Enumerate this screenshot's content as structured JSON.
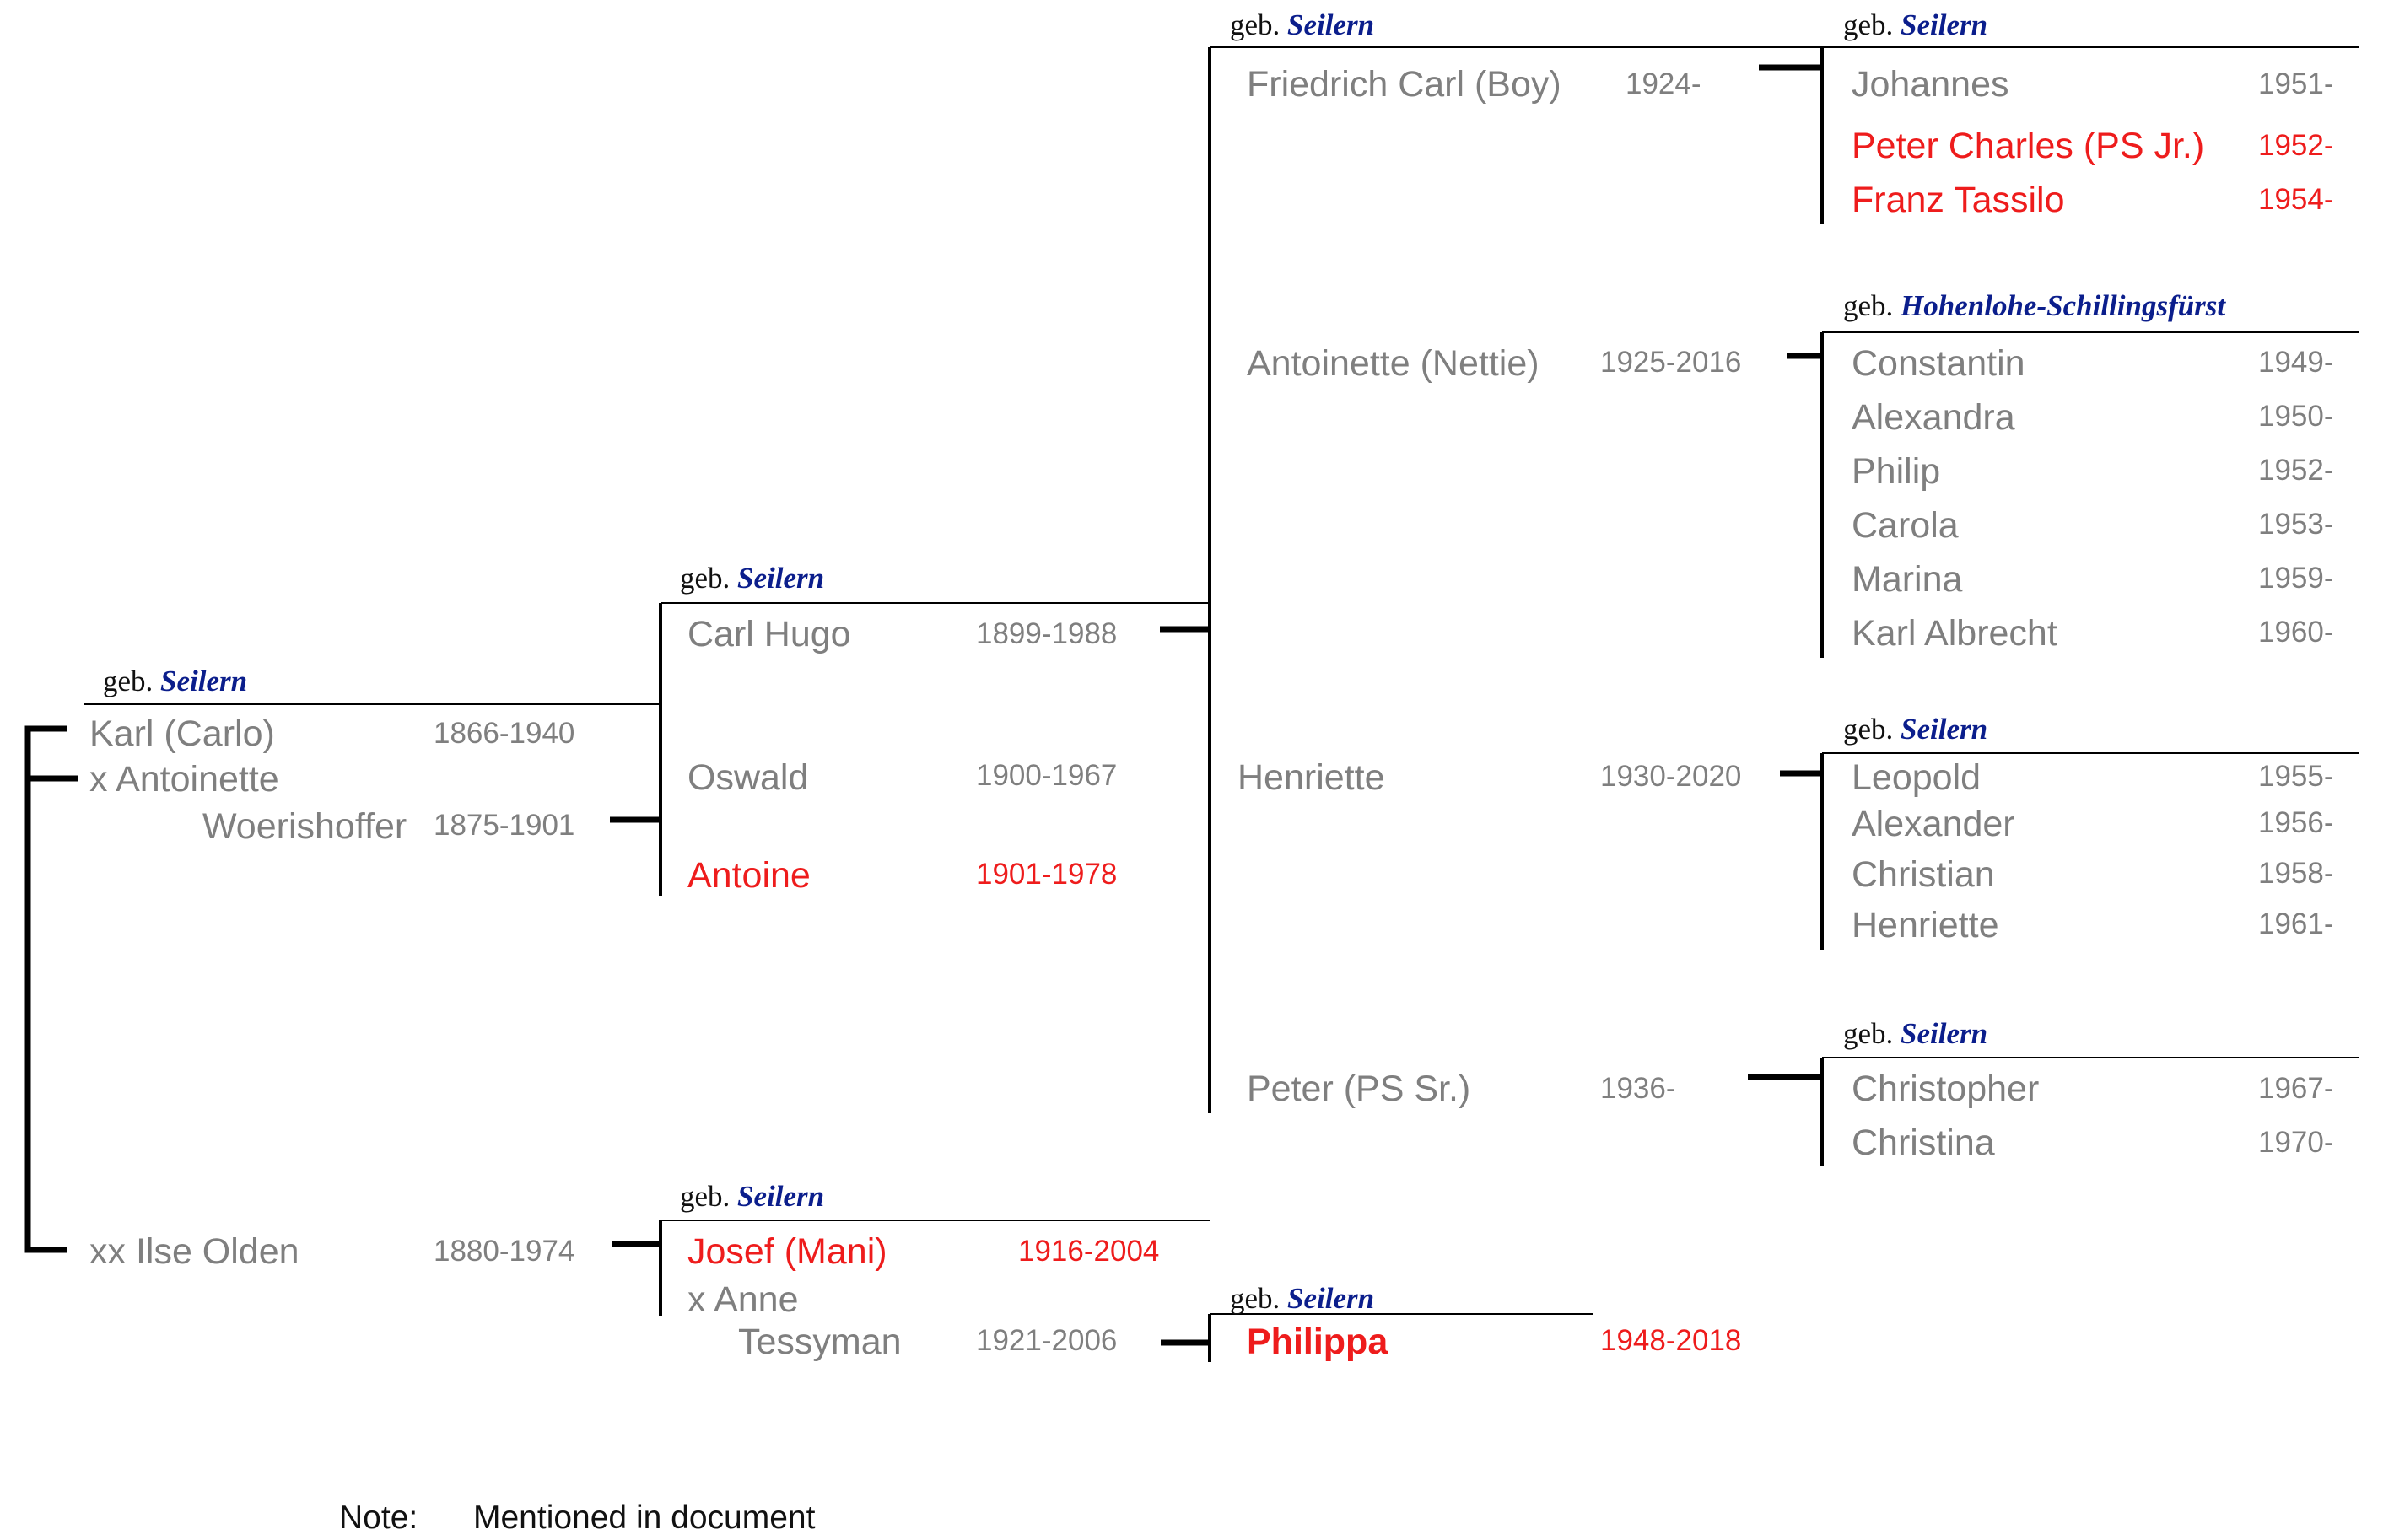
{
  "colors": {
    "red": "#ee1c1c",
    "gray": "#7f7f7f",
    "brand_name": "#0b1e8c",
    "line": "#000000"
  },
  "geb_prefix": "geb.",
  "geb": {
    "karl": "Seilern",
    "carl_hugo": "Seilern",
    "josef": "Seilern",
    "friedrich": "Seilern",
    "johannes": "Seilern",
    "constantin": "Hohenlohe-Schillingsfürst",
    "leopold": "Seilern",
    "christopher": "Seilern",
    "philippa": "Seilern"
  },
  "gen1": {
    "karl": {
      "name": "Karl (Carlo)",
      "years": "1866-1940"
    },
    "wife1": {
      "line1": "x Antoinette",
      "line2": "Woerishoffer",
      "years": "1875-1901"
    },
    "wife2": {
      "name": "xx Ilse Olden",
      "years": "1880-1974"
    }
  },
  "gen2": {
    "carl_hugo": {
      "name": "Carl Hugo",
      "years": "1899-1988"
    },
    "oswald": {
      "name": "Oswald",
      "years": "1900-1967"
    },
    "antoine": {
      "name": "Antoine",
      "years": "1901-1978"
    },
    "josef": {
      "name": "Josef  (Mani)",
      "years": "1916-2004"
    },
    "anne": {
      "line1": "x  Anne",
      "line2": "Tessyman",
      "years": "1921-2006"
    }
  },
  "gen3": {
    "friedrich": {
      "name": "Friedrich Carl (Boy)",
      "years": "1924-"
    },
    "antoinette": {
      "name": "Antoinette (Nettie)",
      "years": "1925-2016"
    },
    "henriette": {
      "name": "Henriette",
      "years": "1930-2020"
    },
    "peter": {
      "name": "Peter (PS Sr.)",
      "years": "1936-"
    },
    "philippa": {
      "name": "Philippa",
      "years": "1948-2018"
    }
  },
  "gen4": {
    "group1": [
      {
        "name": "Johannes",
        "years": "1951-"
      },
      {
        "name": "Peter Charles (PS Jr.)",
        "years": "1952-"
      },
      {
        "name": "Franz Tassilo",
        "years": "1954-"
      }
    ],
    "group2": [
      {
        "name": "Constantin",
        "years": "1949-"
      },
      {
        "name": "Alexandra",
        "years": "1950-"
      },
      {
        "name": "Philip",
        "years": "1952-"
      },
      {
        "name": "Carola",
        "years": "1953-"
      },
      {
        "name": "Marina",
        "years": "1959-"
      },
      {
        "name": "Karl Albrecht",
        "years": "1960-"
      }
    ],
    "group3": [
      {
        "name": "Leopold",
        "years": "1955-"
      },
      {
        "name": "Alexander",
        "years": "1956-"
      },
      {
        "name": "Christian",
        "years": "1958-"
      },
      {
        "name": "Henriette",
        "years": "1961-"
      }
    ],
    "group4": [
      {
        "name": "Christopher",
        "years": "1967-"
      },
      {
        "name": "Christina",
        "years": "1970-"
      }
    ]
  },
  "note": {
    "label": "Note:",
    "text": "Mentioned in document"
  }
}
